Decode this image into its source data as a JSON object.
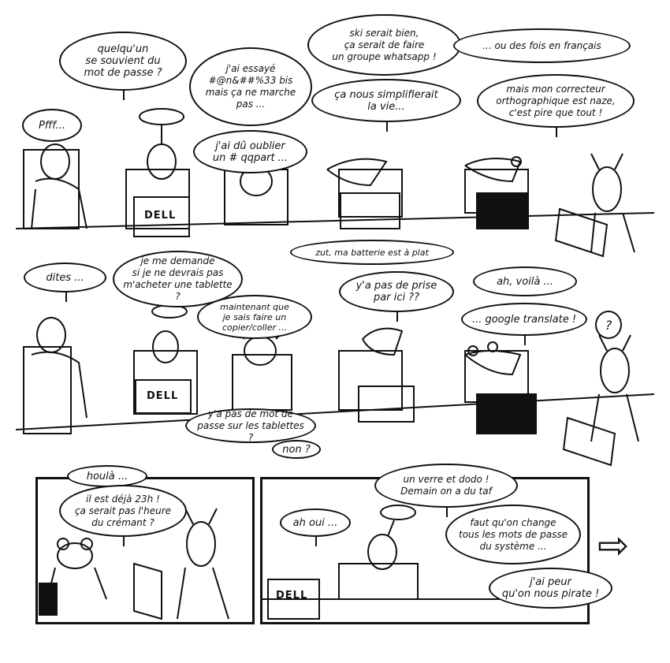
{
  "comic": {
    "row1": {
      "pff": "Pfff...",
      "quelquun": "quelqu'un\nse souvient du\nmot de passe ?",
      "essaye": "j'ai essayé\n#@n&##%33 bis\nmais ça ne marche\npas ...",
      "oublier": "j'ai dû oublier\nun # qqpart ...",
      "whatsapp": "ski serait bien,\nça serait de faire\nun groupe whatsapp !",
      "simplifierait": "ça nous simplifierait\nla vie...",
      "francais": "... ou des fois en français",
      "correcteur": "mais mon correcteur\northographique est naze,\nc'est pire que tout !"
    },
    "row2": {
      "dites": "dites ...",
      "tablette": "je me demande\nsi je ne devrais pas\nm'acheter une tablette ?",
      "copier": "maintenant que\nje sais faire un\ncopier/coller ...",
      "batterie": "zut, ma batterie est à plat",
      "prise": "y'a pas de prise\npar ici ??",
      "voila": "ah, voilà ...",
      "google": "... google translate !",
      "question": "?",
      "tablettes_mdp": "y'a pas de mot de\npasse sur les tablettes ?",
      "non": "non ?"
    },
    "row3": {
      "houla": "houlà ...",
      "cremant": "il est déjà 23h !\nça serait pas l'heure\ndu crémant ?",
      "dodo": "un verre et dodo !\nDemain on a du taf",
      "ahoui": "ah oui ...",
      "change": "faut qu'on change\ntous les mots de passe\ndu système ...",
      "pirate": "j'ai peur\nqu'on nous pirate !"
    },
    "laptop_brand": "DELL",
    "next_arrow": "⇨"
  }
}
